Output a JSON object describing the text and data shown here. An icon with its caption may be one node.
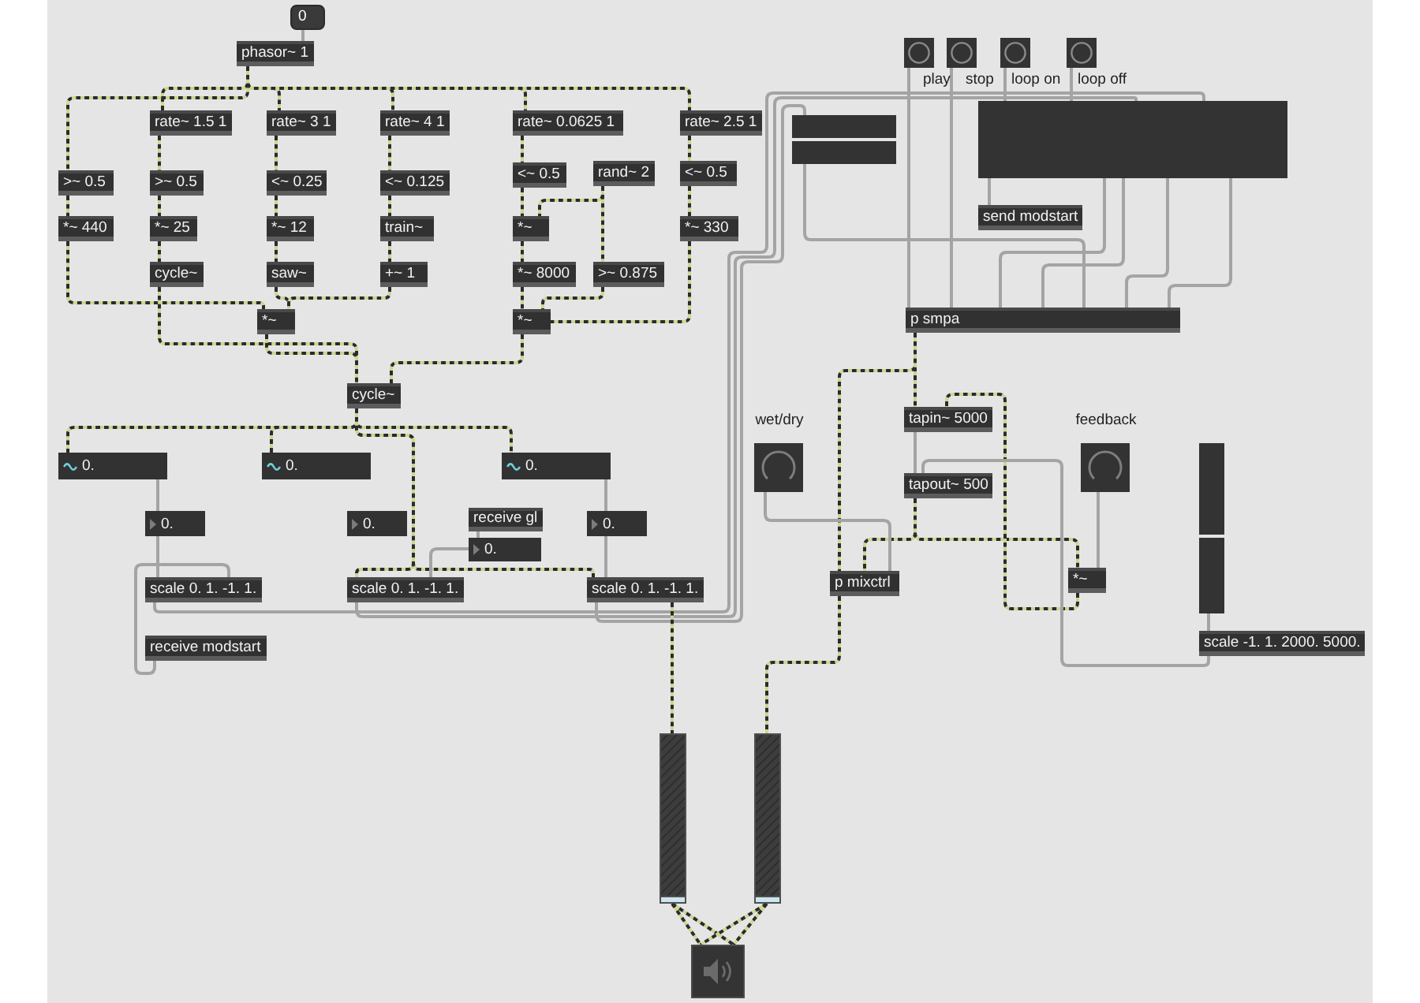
{
  "diagram": {
    "nodes": [
      {
        "text": [
          "0"
        ]
      },
      {
        "text": [
          "phasor~ 1"
        ]
      },
      {
        "text": [
          "rate~ 1.5 1"
        ]
      },
      {
        "text": [
          "rate~ 3 1"
        ]
      },
      {
        "text": [
          "rate~ 4 1"
        ]
      },
      {
        "text": [
          "rate~ 0.0625 1"
        ]
      },
      {
        "text": [
          "rate~ 2.5 1"
        ]
      },
      {
        "text": [
          ">~ 0.5"
        ]
      },
      {
        "text": [
          ">~ 0.5"
        ]
      },
      {
        "text": [
          "<~ 0.25"
        ]
      },
      {
        "text": [
          "<~ 0.125"
        ]
      },
      {
        "text": [
          "<~ 0.5"
        ]
      },
      {
        "text": [
          "rand~ 2"
        ]
      },
      {
        "text": [
          "<~ 0.5"
        ]
      },
      {
        "text": [
          "*~ 440"
        ]
      },
      {
        "text": [
          "*~ 25"
        ]
      },
      {
        "text": [
          "*~ 12"
        ]
      },
      {
        "text": [
          "train~"
        ]
      },
      {
        "text": [
          "*~"
        ]
      },
      {
        "text": [
          "*~ 330"
        ]
      },
      {
        "text": [
          "cycle~"
        ]
      },
      {
        "text": [
          "saw~"
        ]
      },
      {
        "text": [
          "+~ 1"
        ]
      },
      {
        "text": [
          "*~ 8000"
        ]
      },
      {
        "text": [
          ">~ 0.875"
        ]
      },
      {
        "text": [
          "*~"
        ]
      },
      {
        "text": [
          "*~"
        ]
      },
      {
        "text": [
          "cycle~"
        ]
      },
      {
        "text": [
          "0."
        ]
      },
      {
        "text": [
          "0."
        ]
      },
      {
        "text": [
          "0."
        ]
      },
      {
        "text": [
          "0."
        ]
      },
      {
        "text": [
          "0."
        ]
      },
      {
        "text": [
          "receive gl"
        ]
      },
      {
        "text": [
          "0."
        ]
      },
      {
        "text": [
          "0."
        ]
      },
      {
        "text": [
          "scale 0. 1. -1. 1."
        ]
      },
      {
        "text": [
          "scale 0. 1. -1. 1."
        ]
      },
      {
        "text": [
          "scale 0. 1. -1. 1."
        ]
      },
      {
        "text": [
          "receive modstart"
        ]
      },
      {
        "text": [],
        "shape": "button",
        "beside": [
          "play"
        ]
      },
      {
        "text": [],
        "shape": "button",
        "beside": [
          "stop"
        ]
      },
      {
        "text": [],
        "shape": "button",
        "beside": [
          "loop on"
        ]
      },
      {
        "text": [],
        "shape": "button",
        "beside": [
          "loop off"
        ]
      },
      {
        "text": [],
        "shape": "box"
      },
      {
        "text": [],
        "shape": "box"
      },
      {
        "text": [
          "send modstart"
        ]
      },
      {
        "text": [
          "p smpa"
        ]
      },
      {
        "text": [
          "tapin~ 5000"
        ]
      },
      {
        "text": [
          "tapout~ 500"
        ]
      },
      {
        "text": [],
        "shape": "dial",
        "beside": [
          "wet/dry"
        ]
      },
      {
        "text": [],
        "shape": "dial",
        "beside": [
          "feedback"
        ]
      },
      {
        "text": [
          "p mixctrl"
        ]
      },
      {
        "text": [
          "*~"
        ]
      },
      {
        "text": [],
        "shape": "slider"
      },
      {
        "text": [
          "scale -1. 1. 2000. 5000."
        ]
      },
      {
        "text": [],
        "shape": "slider"
      },
      {
        "text": [],
        "shape": "slider"
      },
      {
        "text": [],
        "shape": "speaker"
      }
    ],
    "edges": [
      {
        "from": 0,
        "to": 1,
        "arrow": "none",
        "color": "#a4a4a4"
      },
      {
        "from": 1,
        "to": 2,
        "arrow": "none",
        "style": "dashed"
      },
      {
        "from": 1,
        "to": 3,
        "arrow": "none",
        "style": "dashed"
      },
      {
        "from": 1,
        "to": 4,
        "arrow": "none",
        "style": "dashed"
      },
      {
        "from": 1,
        "to": 5,
        "arrow": "none",
        "style": "dashed"
      },
      {
        "from": 1,
        "to": 6,
        "arrow": "none",
        "style": "dashed"
      },
      {
        "from": 1,
        "to": 7,
        "arrow": "none",
        "style": "dashed"
      },
      {
        "from": 2,
        "to": 8,
        "arrow": "none",
        "style": "dashed"
      },
      {
        "from": 8,
        "to": 15,
        "arrow": "none",
        "style": "dashed"
      },
      {
        "from": 15,
        "to": 20,
        "arrow": "none",
        "style": "dashed"
      },
      {
        "from": 7,
        "to": 14,
        "arrow": "none",
        "style": "dashed"
      },
      {
        "from": 14,
        "to": 25,
        "arrow": "none",
        "style": "dashed"
      },
      {
        "from": 20,
        "to": 27,
        "arrow": "none",
        "style": "dashed"
      },
      {
        "from": 25,
        "to": 27,
        "arrow": "none",
        "style": "dashed"
      },
      {
        "from": 26,
        "to": 27,
        "arrow": "none",
        "style": "dashed"
      },
      {
        "from": 3,
        "to": 9,
        "arrow": "none",
        "style": "dashed"
      },
      {
        "from": 9,
        "to": 16,
        "arrow": "none",
        "style": "dashed"
      },
      {
        "from": 16,
        "to": 21,
        "arrow": "none",
        "style": "dashed"
      },
      {
        "from": 21,
        "to": 25,
        "arrow": "none",
        "style": "dashed"
      },
      {
        "from": 4,
        "to": 10,
        "arrow": "none",
        "style": "dashed"
      },
      {
        "from": 10,
        "to": 17,
        "arrow": "none",
        "style": "dashed"
      },
      {
        "from": 17,
        "to": 22,
        "arrow": "none",
        "style": "dashed"
      },
      {
        "from": 22,
        "to": 25,
        "arrow": "none",
        "style": "dashed"
      },
      {
        "from": 5,
        "to": 11,
        "arrow": "none",
        "style": "dashed"
      },
      {
        "from": 11,
        "to": 18,
        "arrow": "none",
        "style": "dashed"
      },
      {
        "from": 18,
        "to": 23,
        "arrow": "none",
        "style": "dashed"
      },
      {
        "from": 23,
        "to": 26,
        "arrow": "none",
        "style": "dashed"
      },
      {
        "from": 12,
        "to": 18,
        "arrow": "none",
        "style": "dashed"
      },
      {
        "from": 12,
        "to": 24,
        "arrow": "none",
        "style": "dashed"
      },
      {
        "from": 24,
        "to": 26,
        "arrow": "none",
        "style": "dashed"
      },
      {
        "from": 6,
        "to": 13,
        "arrow": "none",
        "style": "dashed"
      },
      {
        "from": 13,
        "to": 19,
        "arrow": "none",
        "style": "dashed"
      },
      {
        "from": 19,
        "to": 26,
        "arrow": "none",
        "style": "dashed"
      },
      {
        "from": 27,
        "to": 28,
        "arrow": "none",
        "style": "dashed"
      },
      {
        "from": 27,
        "to": 29,
        "arrow": "none",
        "style": "dashed"
      },
      {
        "from": 27,
        "to": 30,
        "arrow": "none",
        "style": "dashed"
      },
      {
        "from": 27,
        "to": 37,
        "arrow": "none",
        "style": "dashed"
      },
      {
        "from": 27,
        "to": 38,
        "arrow": "none",
        "style": "dashed"
      },
      {
        "from": 30,
        "to": 34,
        "arrow": "none",
        "color": "#a4a4a4"
      },
      {
        "from": 34,
        "to": 38,
        "arrow": "none",
        "color": "#a4a4a4"
      },
      {
        "from": 28,
        "to": 31,
        "arrow": "none",
        "color": "#a4a4a4"
      },
      {
        "from": 31,
        "to": 36,
        "arrow": "none",
        "color": "#a4a4a4"
      },
      {
        "from": 35,
        "to": 37,
        "arrow": "none",
        "color": "#a4a4a4"
      },
      {
        "from": 33,
        "to": 35,
        "arrow": "none",
        "color": "#a4a4a4"
      },
      {
        "from": 39,
        "to": 36,
        "arrow": "none",
        "color": "#a4a4a4"
      },
      {
        "from": 36,
        "to": 45,
        "arrow": "none",
        "color": "#a4a4a4"
      },
      {
        "from": 37,
        "to": 45,
        "arrow": "none",
        "color": "#a4a4a4"
      },
      {
        "from": 38,
        "to": 44,
        "arrow": "none",
        "color": "#a4a4a4"
      },
      {
        "from": 44,
        "to": 47,
        "arrow": "none",
        "color": "#a4a4a4"
      },
      {
        "from": 40,
        "to": 47,
        "arrow": "none",
        "color": "#a4a4a4"
      },
      {
        "from": 41,
        "to": 47,
        "arrow": "none",
        "color": "#a4a4a4"
      },
      {
        "from": 42,
        "to": 45,
        "arrow": "none",
        "color": "#a4a4a4"
      },
      {
        "from": 43,
        "to": 45,
        "arrow": "none",
        "color": "#a4a4a4"
      },
      {
        "from": 45,
        "to": 46,
        "arrow": "none",
        "color": "#a4a4a4"
      },
      {
        "from": 45,
        "to": 47,
        "arrow": "none",
        "color": "#a4a4a4"
      },
      {
        "from": 45,
        "to": 47,
        "arrow": "none",
        "color": "#a4a4a4"
      },
      {
        "from": 45,
        "to": 47,
        "arrow": "none",
        "color": "#a4a4a4"
      },
      {
        "from": 45,
        "to": 47,
        "arrow": "none",
        "color": "#a4a4a4"
      },
      {
        "from": 47,
        "to": 48,
        "arrow": "none",
        "style": "dashed"
      },
      {
        "from": 47,
        "to": 52,
        "arrow": "none",
        "style": "dashed"
      },
      {
        "from": 48,
        "to": 49,
        "arrow": "none",
        "color": "#a4a4a4"
      },
      {
        "from": 49,
        "to": 52,
        "arrow": "none",
        "style": "dashed"
      },
      {
        "from": 49,
        "to": 53,
        "arrow": "none",
        "style": "dashed"
      },
      {
        "from": 50,
        "to": 52,
        "arrow": "none",
        "color": "#a4a4a4"
      },
      {
        "from": 51,
        "to": 53,
        "arrow": "none",
        "color": "#a4a4a4"
      },
      {
        "from": 53,
        "to": 48,
        "arrow": "none",
        "style": "dashed"
      },
      {
        "from": 54,
        "to": 55,
        "arrow": "none",
        "color": "#a4a4a4"
      },
      {
        "from": 55,
        "to": 49,
        "arrow": "none",
        "color": "#a4a4a4"
      },
      {
        "from": 52,
        "to": 57,
        "arrow": "none",
        "style": "dashed"
      },
      {
        "from": 38,
        "to": 56,
        "arrow": "none",
        "style": "dashed"
      },
      {
        "from": 56,
        "to": 58,
        "arrow": "none",
        "style": "dashed"
      },
      {
        "from": 56,
        "to": 58,
        "arrow": "none",
        "style": "dashed"
      },
      {
        "from": 57,
        "to": 58,
        "arrow": "none",
        "style": "dashed"
      },
      {
        "from": 57,
        "to": 58,
        "arrow": "none",
        "style": "dashed"
      }
    ]
  }
}
